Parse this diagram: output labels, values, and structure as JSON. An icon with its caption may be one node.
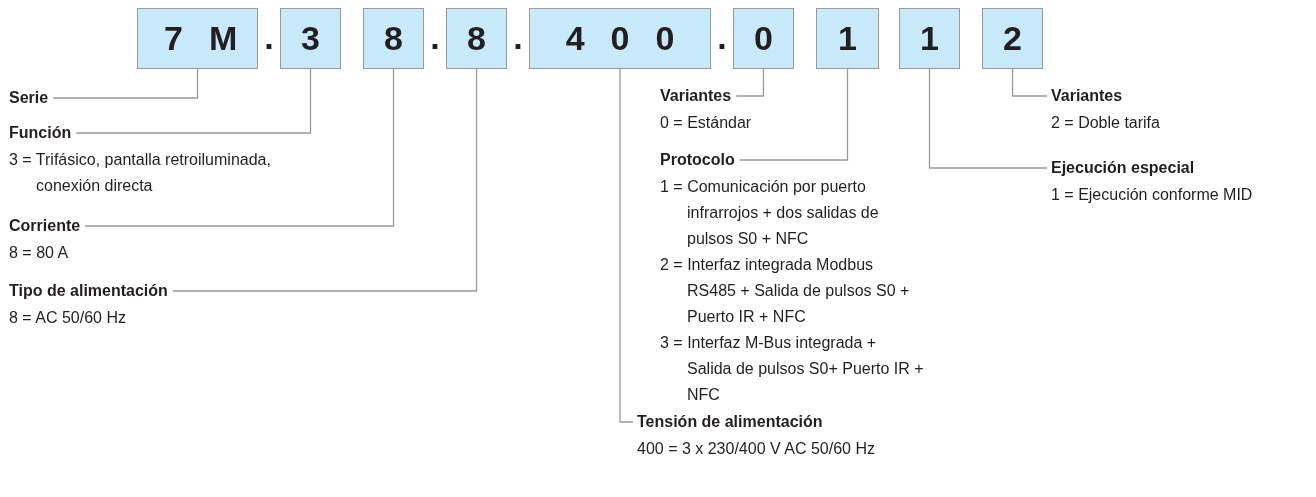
{
  "diagram": {
    "nodes": [
      {
        "text": [
          "7M"
        ]
      },
      {
        "text": [
          "3"
        ]
      },
      {
        "text": [
          "8"
        ]
      },
      {
        "text": [
          "8"
        ]
      },
      {
        "text": [
          "400"
        ]
      },
      {
        "text": [
          "0"
        ]
      },
      {
        "text": [
          "1"
        ]
      },
      {
        "text": [
          "1"
        ]
      },
      {
        "text": [
          "2"
        ]
      },
      {
        "text": [
          "Serie"
        ]
      },
      {
        "text": [
          "Función",
          "3 = Trifásico, pantalla retroiluminada, conexión directa"
        ]
      },
      {
        "text": [
          "Corriente",
          "8 = 80 A"
        ]
      },
      {
        "text": [
          "Tipo de alimentación",
          "8 = AC 50/60 Hz"
        ]
      },
      {
        "text": [
          "Variantes",
          "0 = Estándar"
        ]
      },
      {
        "text": [
          "Protocolo",
          "1 = Comunicación por puerto infrarrojos + dos salidas de pulsos S0 + NFC",
          "2 = Interfaz integrada Modbus RS485 + Salida de pulsos S0 + Puerto IR + NFC",
          "3 = Interfaz M-Bus integrada + Salida de pulsos S0+ Puerto IR + NFC"
        ]
      },
      {
        "text": [
          "Tensión de alimentación",
          "400 = 3 x 230/400 V AC 50/60 Hz"
        ]
      },
      {
        "text": [
          "Ejecución especial",
          "1 = Ejecución conforme MID"
        ]
      },
      {
        "text": [
          "Variantes",
          "2 = Doble tarifa"
        ]
      }
    ],
    "edges": [
      {
        "from": 9,
        "to": 0,
        "arrow": "none"
      },
      {
        "from": 10,
        "to": 1,
        "arrow": "none"
      },
      {
        "from": 11,
        "to": 2,
        "arrow": "none"
      },
      {
        "from": 12,
        "to": 3,
        "arrow": "none"
      },
      {
        "from": 13,
        "to": 5,
        "arrow": "none"
      },
      {
        "from": 14,
        "to": 6,
        "arrow": "none"
      },
      {
        "from": 15,
        "to": 4,
        "arrow": "none"
      },
      {
        "from": 16,
        "to": 7,
        "arrow": "none"
      },
      {
        "from": 17,
        "to": 8,
        "arrow": "none"
      }
    ],
    "labels": [
      ".",
      ".",
      ".",
      "."
    ]
  }
}
